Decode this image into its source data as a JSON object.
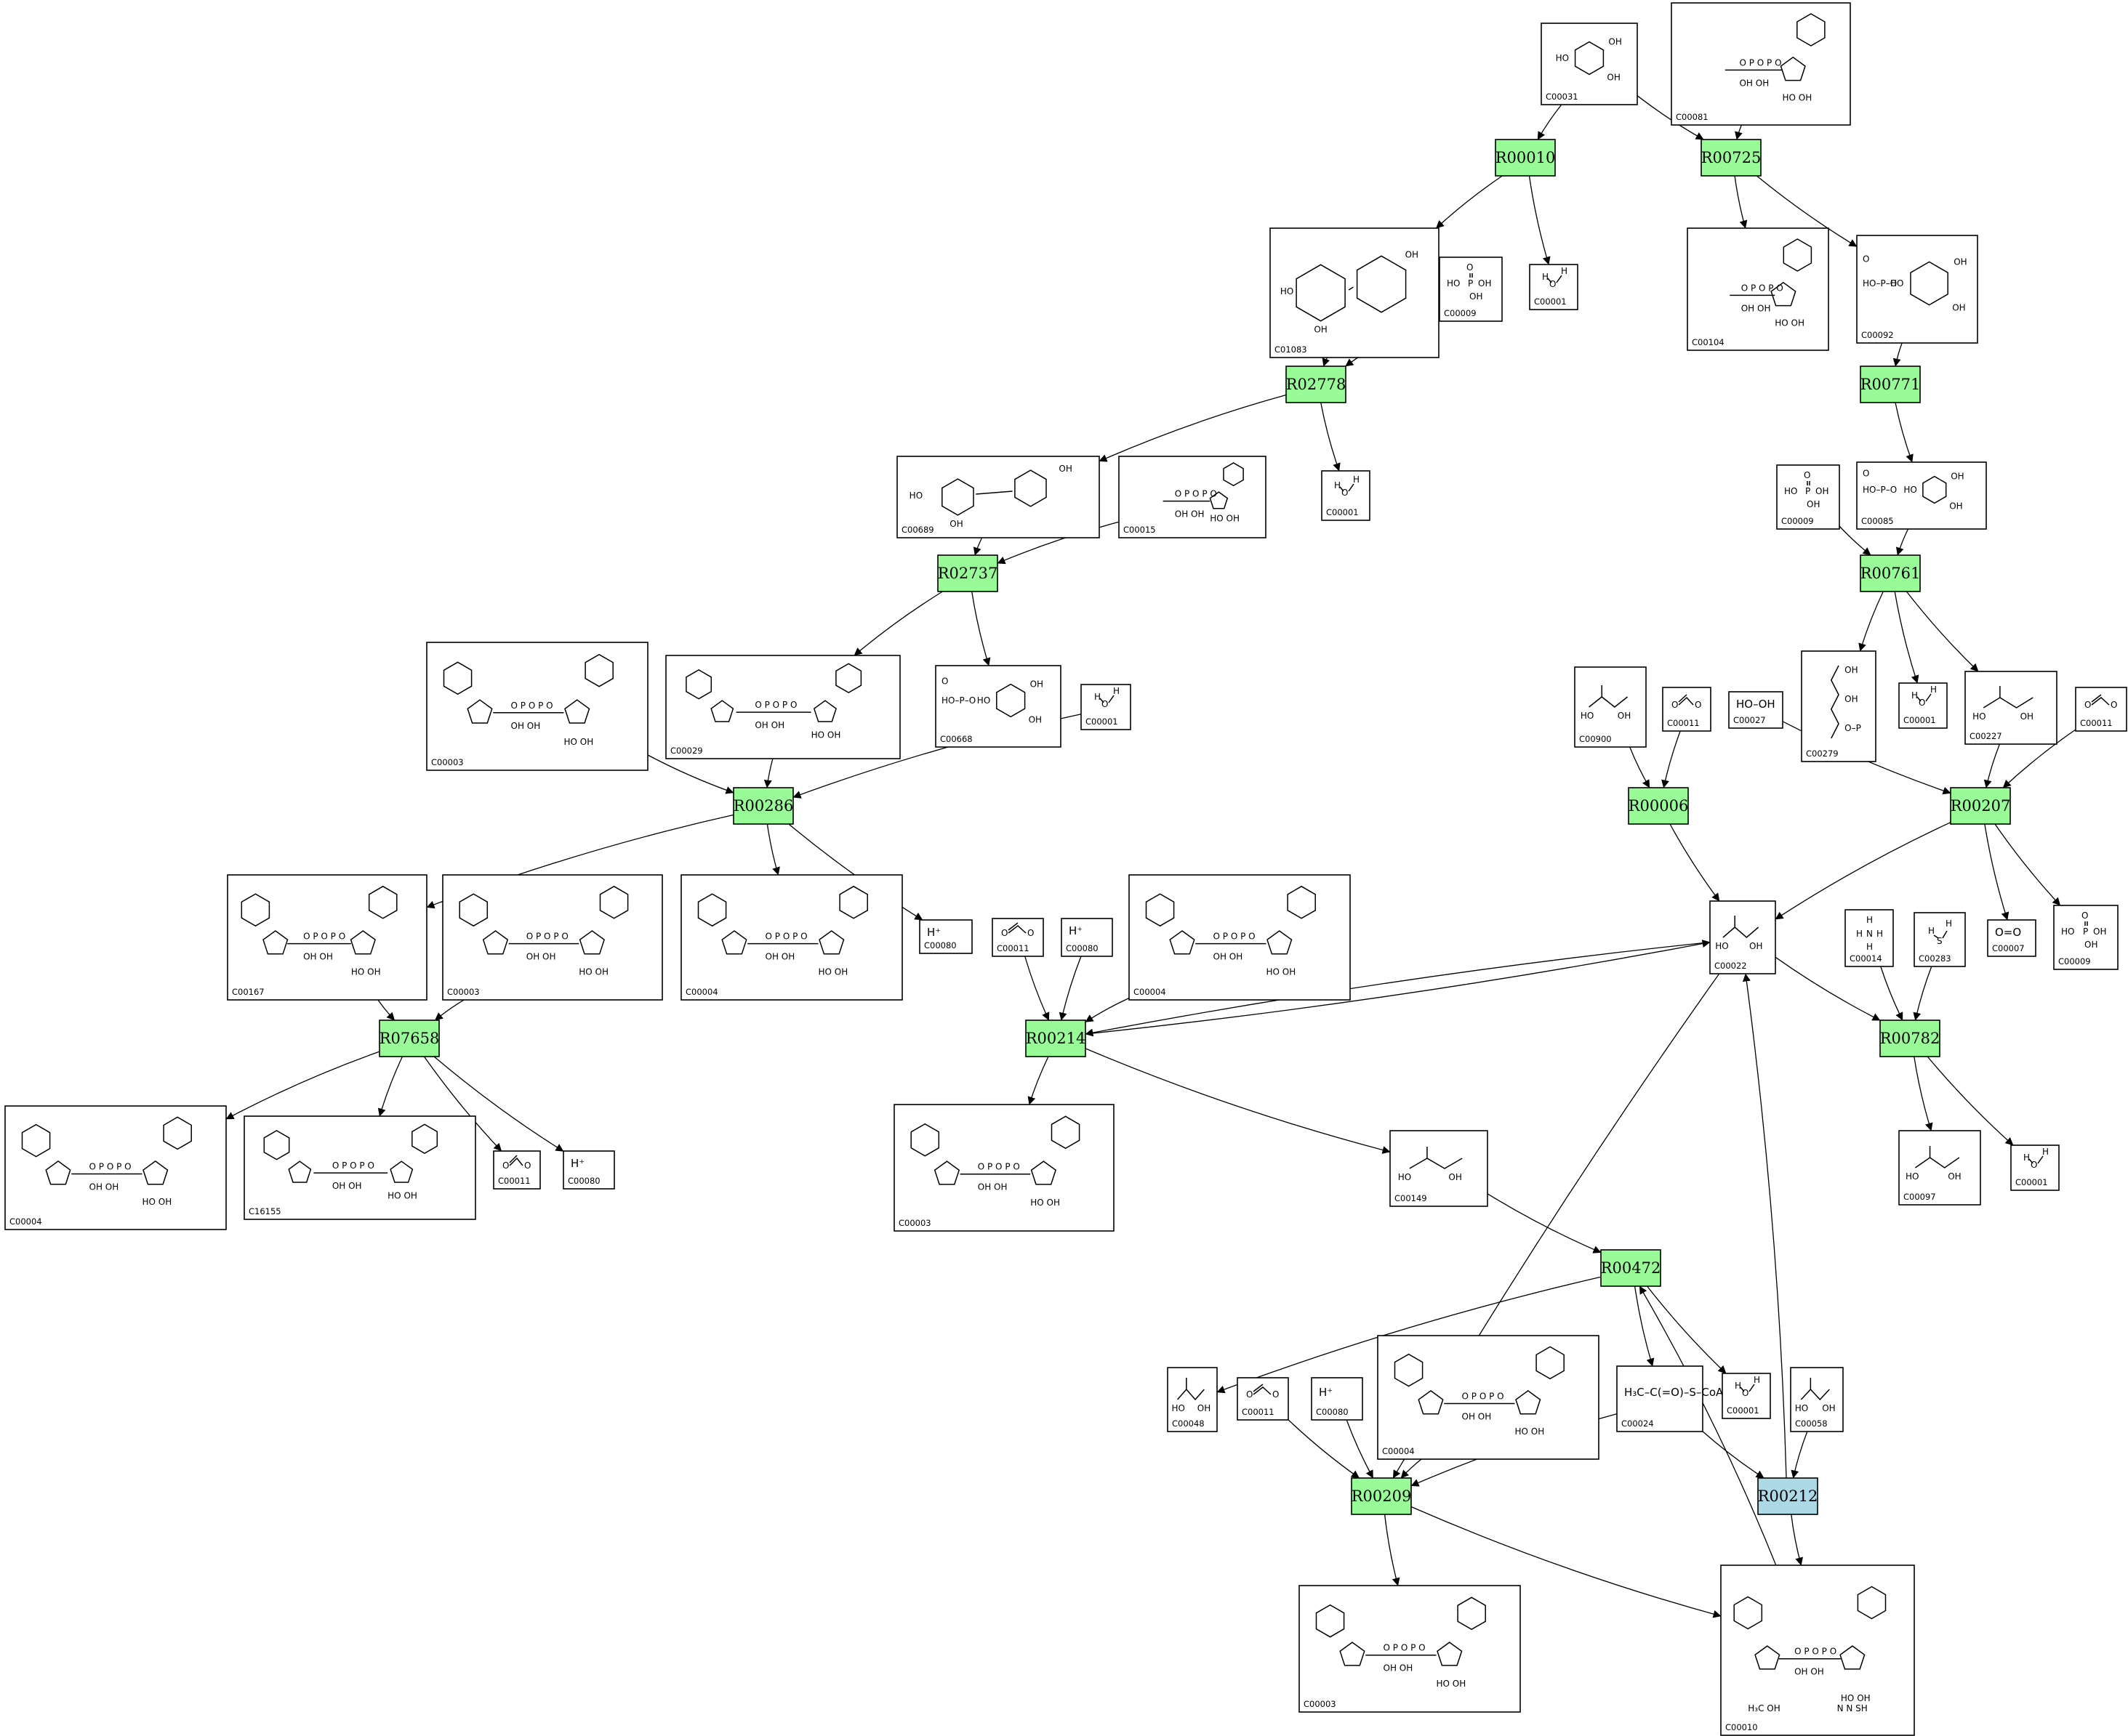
{
  "colors": {
    "reaction_default": "#98fb98",
    "reaction_highlight": "#add8e6",
    "line": "#000000",
    "background": "#ffffff"
  },
  "reactions": [
    {
      "id": "R00010",
      "label": "R00010",
      "color": "#98fb98"
    },
    {
      "id": "R00725",
      "label": "R00725",
      "color": "#98fb98"
    },
    {
      "id": "R02778",
      "label": "R02778",
      "color": "#98fb98"
    },
    {
      "id": "R00771",
      "label": "R00771",
      "color": "#98fb98"
    },
    {
      "id": "R02737",
      "label": "R02737",
      "color": "#98fb98"
    },
    {
      "id": "R00761",
      "label": "R00761",
      "color": "#98fb98"
    },
    {
      "id": "R00286",
      "label": "R00286",
      "color": "#98fb98"
    },
    {
      "id": "R00006",
      "label": "R00006",
      "color": "#98fb98"
    },
    {
      "id": "R00207",
      "label": "R00207",
      "color": "#98fb98"
    },
    {
      "id": "R07658",
      "label": "R07658",
      "color": "#98fb98"
    },
    {
      "id": "R00214",
      "label": "R00214",
      "color": "#98fb98"
    },
    {
      "id": "R00782",
      "label": "R00782",
      "color": "#98fb98"
    },
    {
      "id": "R00472",
      "label": "R00472",
      "color": "#98fb98"
    },
    {
      "id": "R00209",
      "label": "R00209",
      "color": "#98fb98"
    },
    {
      "id": "R00212",
      "label": "R00212",
      "color": "#add8e6"
    }
  ],
  "compounds": [
    {
      "key": "c00031_top",
      "cid": "C00031",
      "kind": "sugar"
    },
    {
      "key": "c00081_top",
      "cid": "C00081",
      "kind": "nucleotide"
    },
    {
      "key": "c01083",
      "cid": "C01083",
      "kind": "disaccharide"
    },
    {
      "key": "c00009_a",
      "cid": "C00009",
      "kind": "phosphate"
    },
    {
      "key": "c00001_a",
      "cid": "C00001",
      "kind": "water"
    },
    {
      "key": "c00104",
      "cid": "C00104",
      "kind": "nucleotide"
    },
    {
      "key": "c00092",
      "cid": "C00092",
      "kind": "sugarphosphate"
    },
    {
      "key": "c00689",
      "cid": "C00689",
      "kind": "disaccharide"
    },
    {
      "key": "c00015",
      "cid": "C00015",
      "kind": "nucleotide"
    },
    {
      "key": "c00001_b",
      "cid": "C00001",
      "kind": "water"
    },
    {
      "key": "c00009_b",
      "cid": "C00009",
      "kind": "phosphate"
    },
    {
      "key": "c00085",
      "cid": "C00085",
      "kind": "sugarphosphate"
    },
    {
      "key": "c00003_a",
      "cid": "C00003",
      "kind": "dinucleotide"
    },
    {
      "key": "c00029",
      "cid": "C00029",
      "kind": "dinucleotide"
    },
    {
      "key": "c00668",
      "cid": "C00668",
      "kind": "sugarphosphate"
    },
    {
      "key": "c00001_c",
      "cid": "C00001",
      "kind": "water"
    },
    {
      "key": "c00900",
      "cid": "C00900",
      "kind": "small"
    },
    {
      "key": "c00011_a",
      "cid": "C00011",
      "kind": "co2"
    },
    {
      "key": "c00027",
      "cid": "C00027",
      "kind": "peroxide",
      "formula": "HO–OH"
    },
    {
      "key": "c00279",
      "cid": "C00279",
      "kind": "chain"
    },
    {
      "key": "c00001_d",
      "cid": "C00001",
      "kind": "water"
    },
    {
      "key": "c00227",
      "cid": "C00227",
      "kind": "small"
    },
    {
      "key": "c00011_b",
      "cid": "C00011",
      "kind": "co2"
    },
    {
      "key": "c00167",
      "cid": "C00167",
      "kind": "dinucleotide"
    },
    {
      "key": "c00003_b",
      "cid": "C00003",
      "kind": "dinucleotide"
    },
    {
      "key": "c00004_a",
      "cid": "C00004",
      "kind": "dinucleotide"
    },
    {
      "key": "c00080_a",
      "cid": "C00080",
      "kind": "proton",
      "formula": "H⁺"
    },
    {
      "key": "c00011_c",
      "cid": "C00011",
      "kind": "co2"
    },
    {
      "key": "c00080_b",
      "cid": "C00080",
      "kind": "proton",
      "formula": "H⁺"
    },
    {
      "key": "c00004_b",
      "cid": "C00004",
      "kind": "dinucleotide"
    },
    {
      "key": "c00022",
      "cid": "C00022",
      "kind": "small"
    },
    {
      "key": "c00007",
      "cid": "C00007",
      "kind": "oxygen",
      "formula": "O=O"
    },
    {
      "key": "c00009_c",
      "cid": "C00009",
      "kind": "phosphate"
    },
    {
      "key": "c00014",
      "cid": "C00014",
      "kind": "ammonia"
    },
    {
      "key": "c00283",
      "cid": "C00283",
      "kind": "h2s"
    },
    {
      "key": "c00004_c",
      "cid": "C00004",
      "kind": "dinucleotide"
    },
    {
      "key": "c16155",
      "cid": "C16155",
      "kind": "dinucleotide"
    },
    {
      "key": "c00011_d",
      "cid": "C00011",
      "kind": "co2"
    },
    {
      "key": "c00080_c",
      "cid": "C00080",
      "kind": "proton",
      "formula": "H⁺"
    },
    {
      "key": "c00003_c",
      "cid": "C00003",
      "kind": "dinucleotide"
    },
    {
      "key": "c00149",
      "cid": "C00149",
      "kind": "small"
    },
    {
      "key": "c00097",
      "cid": "C00097",
      "kind": "small"
    },
    {
      "key": "c00001_e",
      "cid": "C00001",
      "kind": "water"
    },
    {
      "key": "c00048",
      "cid": "C00048",
      "kind": "small"
    },
    {
      "key": "c00011_e",
      "cid": "C00011",
      "kind": "co2"
    },
    {
      "key": "c00080_d",
      "cid": "C00080",
      "kind": "proton",
      "formula": "H⁺"
    },
    {
      "key": "c00004_d",
      "cid": "C00004",
      "kind": "dinucleotide"
    },
    {
      "key": "c00024",
      "cid": "C00024",
      "kind": "small",
      "formula": "H₃C–C(=O)–S–CoA"
    },
    {
      "key": "c00001_f",
      "cid": "C00001",
      "kind": "water"
    },
    {
      "key": "c00058",
      "cid": "C00058",
      "kind": "small"
    },
    {
      "key": "c00003_d",
      "cid": "C00003",
      "kind": "dinucleotide"
    },
    {
      "key": "c00010",
      "cid": "C00010",
      "kind": "coa"
    }
  ],
  "edges": [
    [
      "c00031_top",
      "R00010"
    ],
    [
      "c00031_top",
      "R00725"
    ],
    [
      "c00081_top",
      "R00725"
    ],
    [
      "R00010",
      "c01083"
    ],
    [
      "R00010",
      "c00001_a"
    ],
    [
      "R00725",
      "c00104"
    ],
    [
      "R00725",
      "c00092"
    ],
    [
      "c01083",
      "R02778"
    ],
    [
      "c00009_a",
      "R02778"
    ],
    [
      "R02778",
      "c00689"
    ],
    [
      "R02778",
      "c00001_b"
    ],
    [
      "c00092",
      "R00771"
    ],
    [
      "R00771",
      "c00085"
    ],
    [
      "c00689",
      "R02737"
    ],
    [
      "c00015",
      "R02737"
    ],
    [
      "R02737",
      "c00029"
    ],
    [
      "R02737",
      "c00668"
    ],
    [
      "c00085",
      "R00761"
    ],
    [
      "c00009_b",
      "R00761"
    ],
    [
      "R00761",
      "c00279"
    ],
    [
      "R00761",
      "c00001_d"
    ],
    [
      "R00761",
      "c00227"
    ],
    [
      "c00003_a",
      "R00286"
    ],
    [
      "c00029",
      "R00286"
    ],
    [
      "c00001_c",
      "R00286"
    ],
    [
      "R00286",
      "c00167"
    ],
    [
      "R00286",
      "c00004_a"
    ],
    [
      "R00286",
      "c00080_a"
    ],
    [
      "c00900",
      "R00006"
    ],
    [
      "c00011_a",
      "R00006"
    ],
    [
      "R00006",
      "c00022"
    ],
    [
      "c00027",
      "R00207"
    ],
    [
      "c00227",
      "R00207"
    ],
    [
      "c00011_b",
      "R00207"
    ],
    [
      "R00207",
      "c00022"
    ],
    [
      "R00207",
      "c00007"
    ],
    [
      "R00207",
      "c00009_c"
    ],
    [
      "c00167",
      "R07658"
    ],
    [
      "c00003_b",
      "R07658"
    ],
    [
      "R07658",
      "c00004_c"
    ],
    [
      "R07658",
      "c16155"
    ],
    [
      "R07658",
      "c00011_d"
    ],
    [
      "R07658",
      "c00080_c"
    ],
    [
      "c00011_c",
      "R00214"
    ],
    [
      "c00080_b",
      "R00214"
    ],
    [
      "c00004_b",
      "R00214"
    ],
    [
      "c00022",
      "R00214"
    ],
    [
      "R00214",
      "c00022"
    ],
    [
      "R00214",
      "c00003_c"
    ],
    [
      "R00214",
      "c00149"
    ],
    [
      "c00022",
      "R00782"
    ],
    [
      "c00014",
      "R00782"
    ],
    [
      "c00283",
      "R00782"
    ],
    [
      "R00782",
      "c00097"
    ],
    [
      "R00782",
      "c00001_e"
    ],
    [
      "c00149",
      "R00472"
    ],
    [
      "c00010",
      "R00472"
    ],
    [
      "R00472",
      "c00048"
    ],
    [
      "R00472",
      "c00024"
    ],
    [
      "R00472",
      "c00001_f"
    ],
    [
      "c00011_e",
      "R00209"
    ],
    [
      "c00080_d",
      "R00209"
    ],
    [
      "c00004_d",
      "R00209"
    ],
    [
      "c00024",
      "R00209"
    ],
    [
      "c00022",
      "R00209"
    ],
    [
      "R00209",
      "c00003_d"
    ],
    [
      "R00209",
      "c00010"
    ],
    [
      "c00024",
      "R00212"
    ],
    [
      "c00058",
      "R00212"
    ],
    [
      "R00212",
      "c00010"
    ],
    [
      "R00212",
      "c00022"
    ]
  ]
}
